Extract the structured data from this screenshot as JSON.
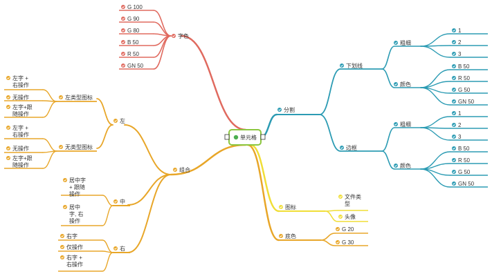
{
  "root": {
    "label": "单元格"
  },
  "colors": {
    "red": "#e06a5f",
    "teal": "#2b9bb3",
    "orange": "#e8a628",
    "yellow": "#f0de36",
    "root_border": "#8cc63f"
  },
  "branches": {
    "font_color": {
      "label": "字色",
      "items": [
        "G 100",
        "G 90",
        "G 80",
        "B 50",
        "R 50",
        "GN 50"
      ]
    },
    "split": {
      "label": "分割",
      "underline": {
        "label": "下划线",
        "thickness": {
          "label": "粗细",
          "items": [
            "1",
            "2",
            "3"
          ]
        },
        "color": {
          "label": "颜色",
          "items": [
            "B 50",
            "R 50",
            "G 50",
            "GN 50"
          ]
        }
      },
      "border": {
        "label": "边框",
        "thickness": {
          "label": "粗细",
          "items": [
            "1",
            "2",
            "3"
          ]
        },
        "color": {
          "label": "颜色",
          "items": [
            "B 50",
            "R 50",
            "G 50",
            "GN 50"
          ]
        }
      }
    },
    "combo": {
      "label": "组合",
      "left": {
        "label": "左",
        "left_icon": {
          "label": "左类型图标",
          "items": [
            [
              "左字 +",
              "右操作"
            ],
            [
              "无操作"
            ],
            [
              "左字+跟",
              "随操作"
            ]
          ]
        },
        "no_icon": {
          "label": "无类型图标",
          "items": [
            [
              "左字 +",
              "右操作"
            ],
            [
              "无操作"
            ],
            [
              "左字+跟",
              "随操作"
            ]
          ]
        }
      },
      "center": {
        "label": "中",
        "items": [
          [
            "居中字",
            "+ 跟随",
            "操作"
          ],
          [
            "居中",
            "字, 右",
            "操作"
          ]
        ]
      },
      "right": {
        "label": "右",
        "items": [
          [
            "右字"
          ],
          [
            "仅操作"
          ],
          [
            "右字 +",
            "右操作"
          ]
        ]
      }
    },
    "icon": {
      "label": "图标",
      "items": [
        [
          "文件类",
          "型"
        ],
        [
          "头像"
        ]
      ]
    },
    "bg": {
      "label": "底色",
      "items": [
        "G 20",
        "G 30"
      ]
    }
  }
}
